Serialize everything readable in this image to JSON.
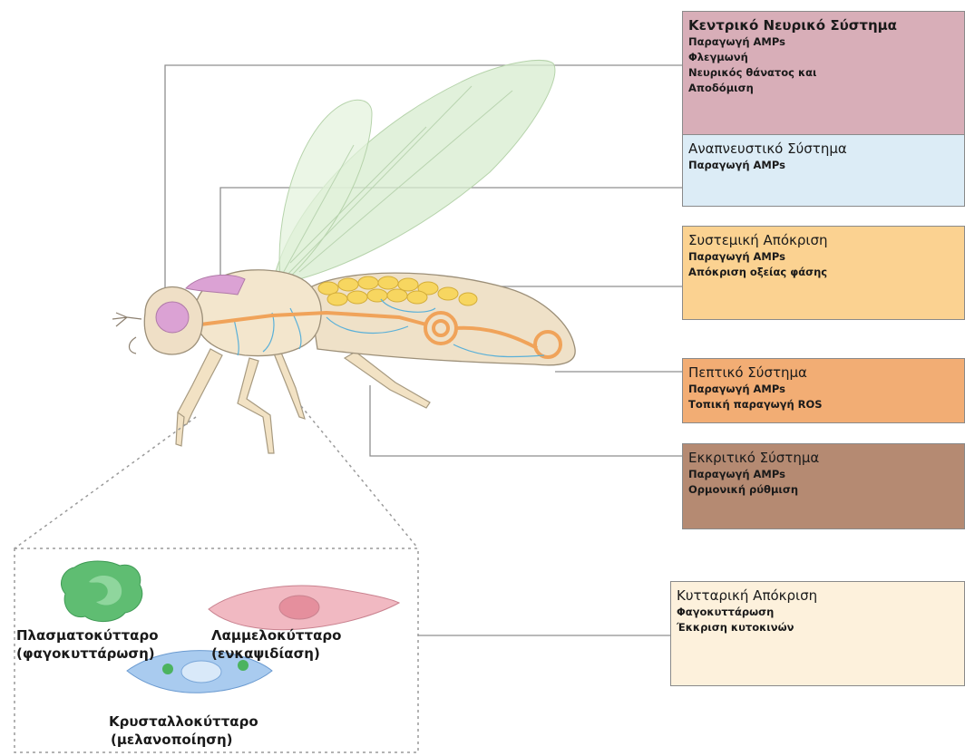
{
  "systems": [
    {
      "id": "cns",
      "title": "Κεντρικό Νευρικό Σύστημα",
      "items": [
        "Παραγωγή AMPs",
        "Φλεγμωνή",
        "Νευρικός θάνατος και",
        "Αποδόμιση"
      ],
      "color": "#d8aeb8"
    },
    {
      "id": "resp",
      "title": "Αναπνευστικό Σύστημα",
      "items": [
        "Παραγωγή AMPs"
      ],
      "color": "#dcecf6"
    },
    {
      "id": "sysr",
      "title": "Συστεμική Απόκριση",
      "items": [
        "Παραγωγή AMPs",
        "Απόκριση οξείας φάσης"
      ],
      "color": "#fbd291"
    },
    {
      "id": "dig",
      "title": "Πεπτικό Σύστημα",
      "items": [
        "Παραγωγή AMPs",
        "Τοπική παραγωγή ROS"
      ],
      "color": "#f2ad74"
    },
    {
      "id": "exc",
      "title": "Εκκριτικό Σύστημα",
      "items": [
        "Παραγωγή AMPs",
        "Ορμονική ρύθμιση"
      ],
      "color": "#b58a72"
    },
    {
      "id": "cell",
      "title": "Κυτταρική Απόκριση",
      "items": [
        "Φαγοκυττάρωση",
        "Έκκριση κυτοκινών"
      ],
      "color": "#fdf1dc"
    }
  ],
  "cells": {
    "plasmatocyte": {
      "name": "Πλασματοκύτταρο",
      "role": "(φαγοκυττάρωση)",
      "color": "#5fbd72"
    },
    "lamellocyte": {
      "name": "Λαμμελοκύτταρο",
      "role": "(ενκαψιδίαση)",
      "color": "#e79aa6"
    },
    "crystal_cell": {
      "name": "Κρυσταλλοκύτταρο",
      "role": "(μελανοποίηση)",
      "color": "#7fb5e3"
    }
  }
}
